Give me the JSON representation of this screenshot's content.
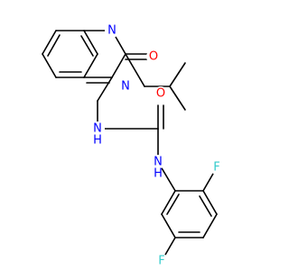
{
  "colors": {
    "background": "#ffffff",
    "bond": "#000000",
    "N": "#0000ff",
    "O": "#ff0000",
    "F": "#33cccc"
  },
  "atoms": {
    "n1": {
      "text": "N",
      "element": "N"
    },
    "o1": {
      "text": "O",
      "element": "O"
    },
    "n3": {
      "text": "N",
      "element": "N"
    },
    "nh1": {
      "text": "N",
      "element": "N"
    },
    "h1": {
      "text": "H",
      "element": "N"
    },
    "o2": {
      "text": "O",
      "element": "O"
    },
    "nh2": {
      "text": "N",
      "element": "N"
    },
    "h2": {
      "text": "H",
      "element": "N"
    },
    "f1": {
      "text": "F",
      "element": "F"
    },
    "f2": {
      "text": "F",
      "element": "F"
    }
  }
}
